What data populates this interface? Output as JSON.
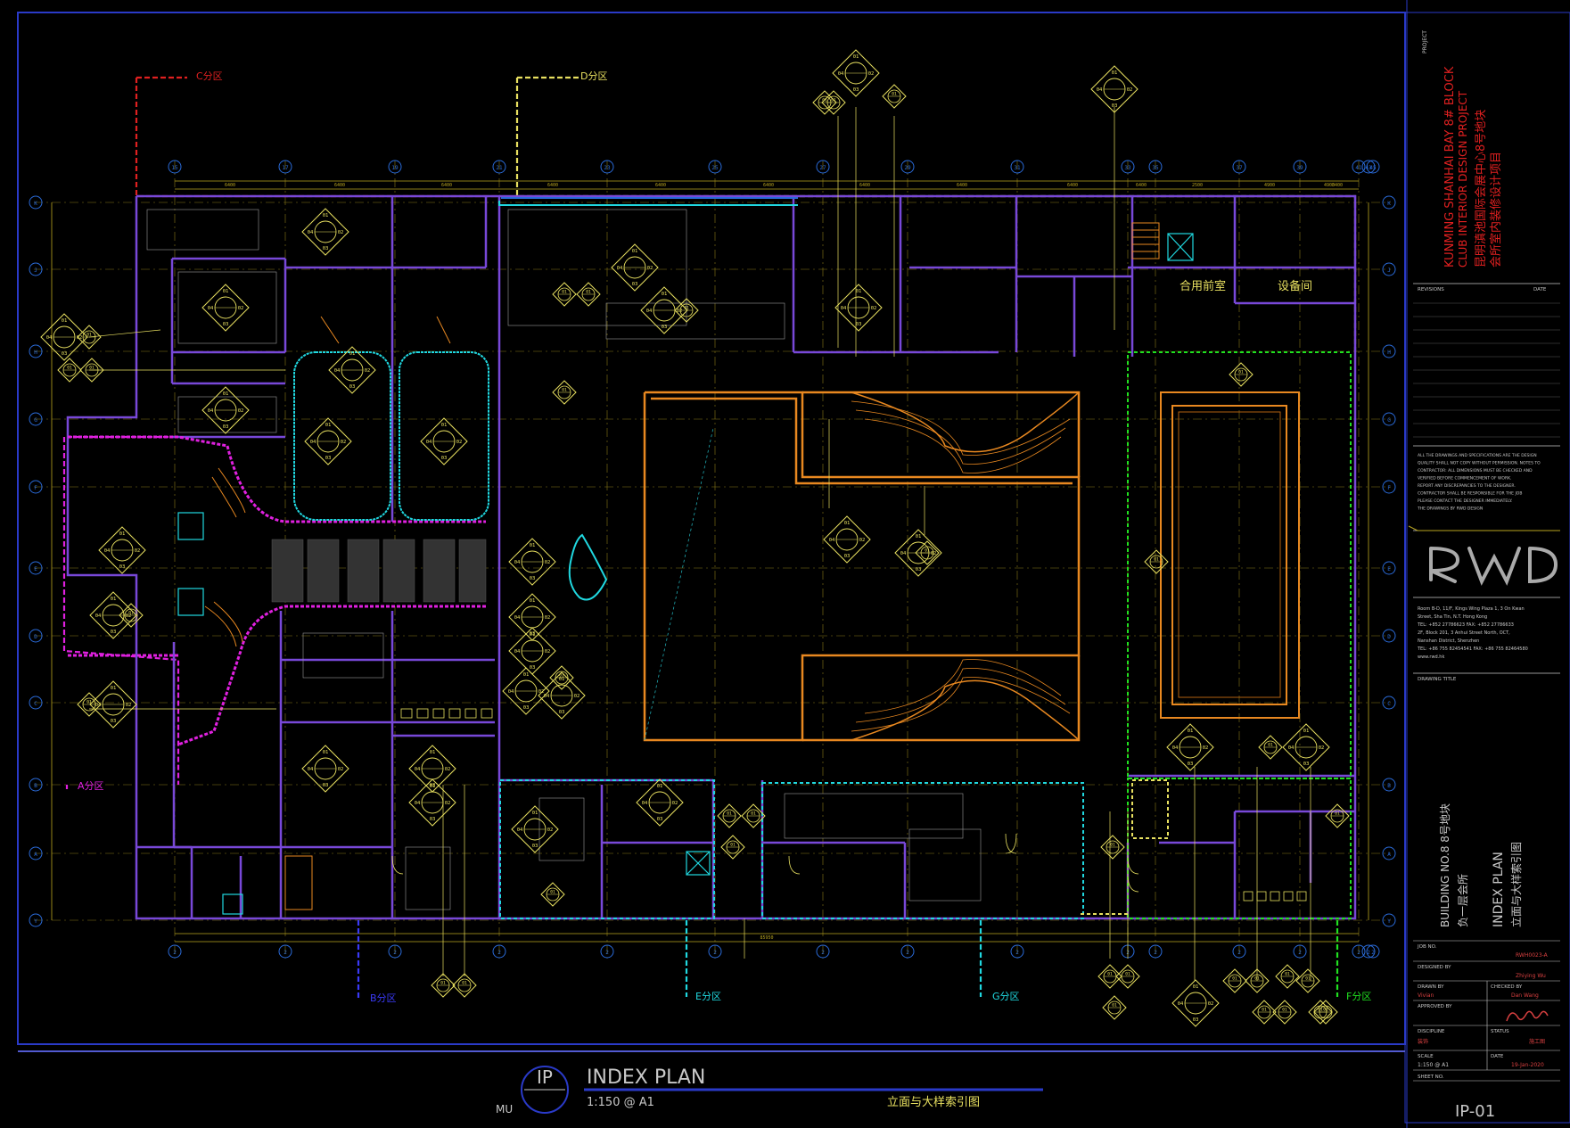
{
  "drawing": {
    "title_circle": "IP",
    "title_sub": "MU",
    "title": "INDEX PLAN",
    "scale": "1:150 @ A1",
    "title_cn": "立面与大样索引图",
    "sheet_no": "IP-01"
  },
  "zones": {
    "a": "A分区",
    "b": "B分区",
    "c": "C分区",
    "d": "D分区",
    "e": "E分区",
    "f": "F分区",
    "g": "G分区"
  },
  "rooms": {
    "anteroom": "合用前室",
    "equipment": "设备间"
  },
  "title_block": {
    "project_label": "PROJECT",
    "project_en_1": "KUNMING SHANHAI BAY 8# BLOCK",
    "project_en_2": "CLUB INTERIOR DESIGN PROJECT",
    "project_cn_1": "昆明滇池国际会展中心8号地块",
    "project_cn_2": "会所室内装修设计项目",
    "revisions": "REVISIONS",
    "date": "DATE",
    "notes": [
      "ALL THE DRAWINGS AND SPECIFICATIONS ARE THE DESIGN",
      "QUALITY SHALL NOT COPY WITHOUT PERMISSION. NOTES TO",
      "CONTRACTOR: ALL DIMENSIONS MUST BE CHECKED AND",
      "VERIFIED BEFORE COMMENCEMENT OF WORK.",
      "REPORT ANY DISCREPANCIES TO THE DESIGNER.",
      "CONTRACTOR SHALL BE RESPONSIBLE FOR THE JOB",
      "PLEASE CONTACT THE DESIGNER IMMEDIATELY.",
      "THE DRAWINGS BY RWD DESIGN"
    ],
    "logo": "RWD",
    "address": [
      "Room B-D, 11/F, Kings Wing Plaza 1, 3 On Kwan",
      "Street, Sha Tin, N.T.    Hong Kong",
      "TEL: +852 27786623   FAX: +852 27786633",
      "2F, Block 201, 3 Anhui Street North, OCT,",
      "Nanshan District, Shenzhen",
      "TEL: +86 755 82454541   FAX: +86 755 82464580",
      "www.rwd.hk"
    ],
    "drawing_title_label": "DRAWING TITLE",
    "drawing_title_en_1": "BUILDING NO.8 8号地块",
    "drawing_title_cn_1": "负一层会所",
    "drawing_title_en_2": "INDEX PLAN",
    "drawing_title_cn_2": "立面与大样索引图",
    "job_no_label": "JOB NO.",
    "job_no": "RWH0023-A",
    "designed_by_label": "DESIGNED BY",
    "designed_by": "Zhiying Wu",
    "drawn_by_label": "DRAWN BY",
    "drawn_by": "Vivian",
    "checked_by_label": "CHECKED BY",
    "checked_by": "Dan Wang",
    "approved_by_label": "APPROVED BY",
    "discipline_label": "DISCIPLINE",
    "discipline": "装饰",
    "status_label": "STATUS",
    "status": "施工图",
    "scale_label": "SCALE",
    "scale_value": "1:150 @ A1",
    "date_label": "DATE",
    "date_value": "19-Jan-2020",
    "sheet_no_label": "SHEET NO."
  },
  "grid": {
    "top_bubbles": [
      "15",
      "17",
      "19",
      "21",
      "23",
      "25",
      "27",
      "29",
      "31",
      "33",
      "35",
      "37",
      "39",
      "41",
      "43",
      "45"
    ],
    "bottom_bubbles": [
      "2",
      "2",
      "2",
      "2",
      "2",
      "2",
      "2",
      "2",
      "2",
      "2",
      "2",
      "2",
      "2",
      "2",
      "2",
      "2"
    ],
    "left_bubbles": [
      "K",
      "J",
      "H",
      "G",
      "F",
      "E",
      "D",
      "C",
      "B",
      "A",
      "Y"
    ],
    "right_bubbles": [
      "K",
      "J",
      "H",
      "G",
      "F",
      "E",
      "D",
      "C",
      "B",
      "A",
      "Y"
    ],
    "top_dims": [
      "6400",
      "6400",
      "6400",
      "6400",
      "6400",
      "6400",
      "6400",
      "6400",
      "6400",
      "6400",
      "2500",
      "4900",
      "4900",
      "3400"
    ],
    "overall_dim": "85950"
  },
  "tags": [
    "01",
    "02",
    "03",
    "04"
  ]
}
